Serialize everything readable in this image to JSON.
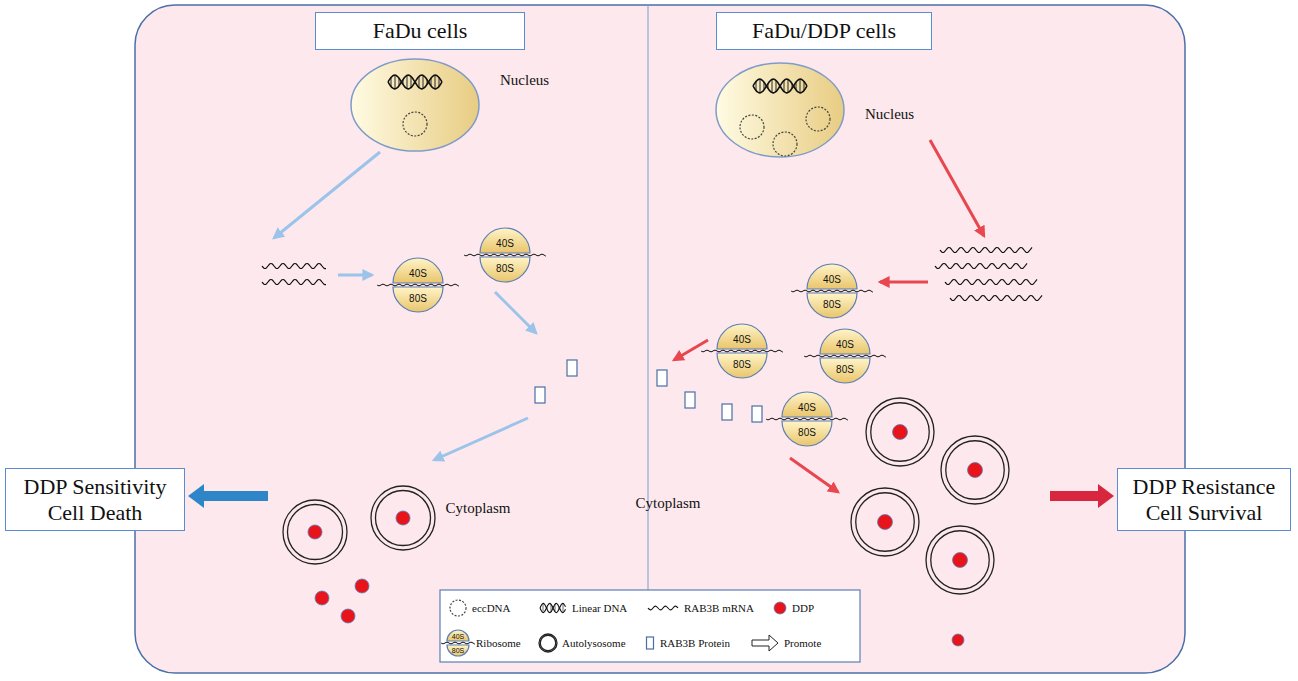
{
  "diagram": {
    "nodes": [
      {
        "text": [
          "FaDu cells"
        ]
      },
      {
        "text": [
          "FaDu/DDP cells"
        ]
      },
      {
        "text": [
          "Nucleus"
        ]
      },
      {
        "text": [
          "Nucleus"
        ]
      },
      {
        "text": [
          "40S",
          "80S"
        ]
      },
      {
        "text": [
          "40S",
          "80S"
        ]
      },
      {
        "text": [
          "40S",
          "80S"
        ]
      },
      {
        "text": [
          "40S",
          "80S"
        ]
      },
      {
        "text": [
          "40S",
          "80S"
        ]
      },
      {
        "text": [
          "40S",
          "80S"
        ]
      },
      {
        "text": [
          "DDP Sensitivity Cell Death"
        ]
      },
      {
        "text": [
          "DDP Resistance Cell Survival"
        ]
      }
    ],
    "labels": [
      "Cytoplasm",
      "Cytoplasm",
      "40S",
      "80S"
    ],
    "legend": [
      {
        "text": "eccDNA"
      },
      {
        "text": "Linear DNA"
      },
      {
        "text": "RAB3B mRNA"
      },
      {
        "text": "DDP",
        "color": "#e8141c"
      },
      {
        "text": "Ribosome"
      },
      {
        "text": "Autolysosome"
      },
      {
        "text": "RAB3B Protein"
      },
      {
        "text": "Promote"
      }
    ]
  }
}
